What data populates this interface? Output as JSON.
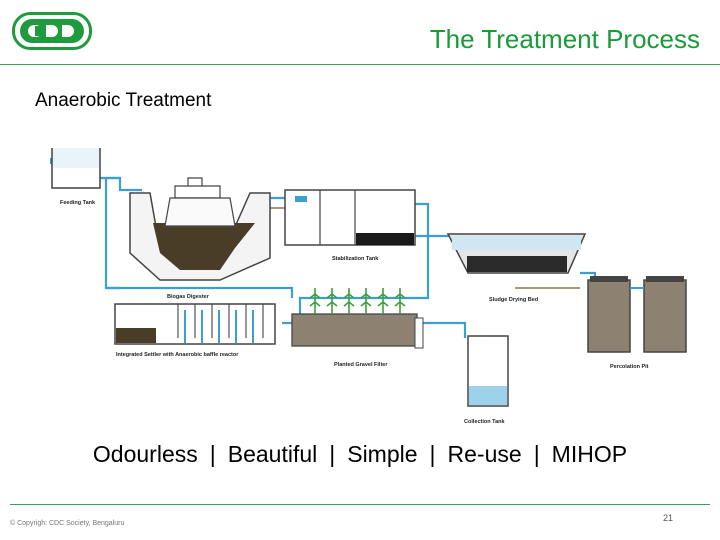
{
  "header": {
    "logo_text": "CDD",
    "title": "The Treatment Process"
  },
  "subtitle": "Anaerobic Treatment",
  "diagram": {
    "labels": {
      "feeding_tank": "Feeding Tank",
      "biogas_digester": "Biogas Digester",
      "stabilization_tank": "Stabilization Tank",
      "sludge_drying_bed": "Sludge Drying Bed",
      "settler_abr": "Integrated Settler with Anaerobic baffle reactor",
      "planted_gravel_filter": "Planted Gravel Filter",
      "percolation_pit": "Percolation Pit",
      "collection_tank": "Collection Tank"
    },
    "colors": {
      "pipe": "#3b9fd4",
      "sludge": "#4a3d28",
      "water": "#9cd3ea",
      "gravel": "#8d8271",
      "plant": "#3e9e3a",
      "tank_outline": "#444444"
    }
  },
  "tagline": {
    "items": [
      "Odourless",
      "Beautiful",
      "Simple",
      "Re-use",
      "MIHOP"
    ],
    "separator": "|"
  },
  "footer": {
    "copyright": "© Copyrigh: CDC Society, Bengaluru",
    "page_number": "21"
  }
}
